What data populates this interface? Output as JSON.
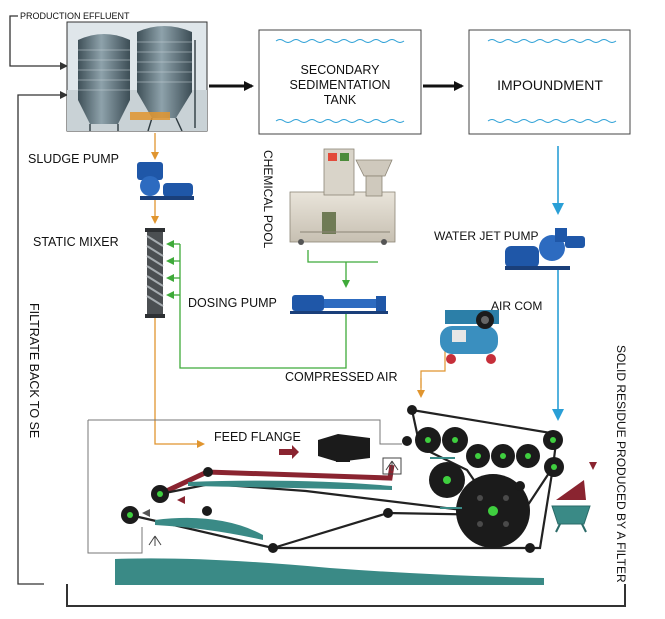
{
  "labels": {
    "production_effluent": "PRODUCTION EFFLUENT",
    "secondary_line1": "SECONDARY",
    "secondary_line2": "SEDIMENTATION",
    "secondary_line3": "TANK",
    "impoundment": "IMPOUNDMENT",
    "sludge_pump": "SLUDGE PUMP",
    "chemical_pool": "CHEMICAL POOL",
    "static_mixer": "STATIC MIXER",
    "water_jet_pump": "WATER JET PUMP",
    "dosing_pump": "DOSING PUMP",
    "air_com": "AIR COM",
    "compressed_air": "COMPRESSED AIR",
    "filtrate_back": "FILTRATE BACK TO SE",
    "solid_residue": "SOLID RESIDUE PRODUCED BY A FILTER",
    "feed_flange": "FEED FLANGE"
  },
  "colors": {
    "main_arrow": "#111111",
    "clean_water": "#2a9fd6",
    "sludge_line": "#e0952f",
    "dosing_line": "#3faa3a",
    "filtrate_line": "#333333",
    "belt_upper": "#8a2430",
    "water": "#3a8a86",
    "tank_body": "#5b6e78",
    "machine_dark": "#1b1b1b",
    "roller_core": "#3fcf3f"
  },
  "icons": [
    "silo-tanks",
    "sludge-pump-icon",
    "static-mixer-icon",
    "dosing-unit",
    "dosing-pump-icon",
    "air-compressor-icon",
    "water-jet-pump-icon",
    "belt-filter-press"
  ]
}
